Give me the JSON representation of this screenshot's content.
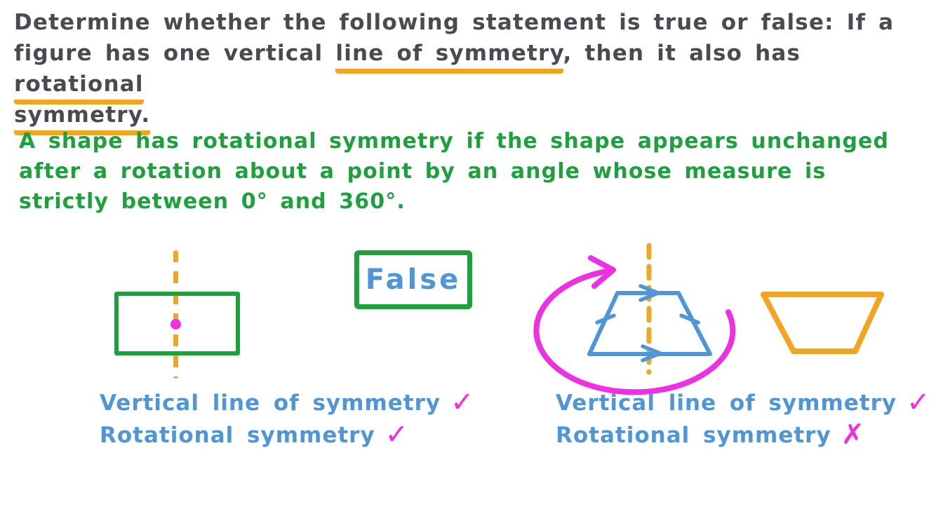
{
  "palette": {
    "ink": "#494a52",
    "green": "#1ca13c",
    "blue": "#4e96d8",
    "orange": "#f2a51f",
    "magenta": "#ee2fe2",
    "background": "#ffffff"
  },
  "problem_statement": {
    "line1": "Determine whether the following statement is true or false: If a",
    "line2_seg1": "figure has one vertical ",
    "line2_underlined1": "line of symmetry",
    "line2_seg2": ", then it also has ",
    "line2_underlined2": "rotational",
    "line3_underlined": "symmetry."
  },
  "definition": {
    "line1": "A shape has rotational symmetry if the shape appears unchanged",
    "line2": "after a rotation about a point by an angle whose measure is",
    "line3": "strictly between 0° and 360°."
  },
  "answer": {
    "label": "False"
  },
  "left_figure": {
    "shape": "rectangle",
    "caption_line1": "Vertical line of symmetry",
    "caption_line1_mark": "✓",
    "caption_line2": "Rotational symmetry",
    "caption_line2_mark": "✓"
  },
  "right_figure": {
    "shape": "trapezoid",
    "caption_line1": "Vertical line of symmetry",
    "caption_line1_mark": "✓",
    "caption_line2": "Rotational symmetry",
    "caption_line2_mark": "✗"
  }
}
